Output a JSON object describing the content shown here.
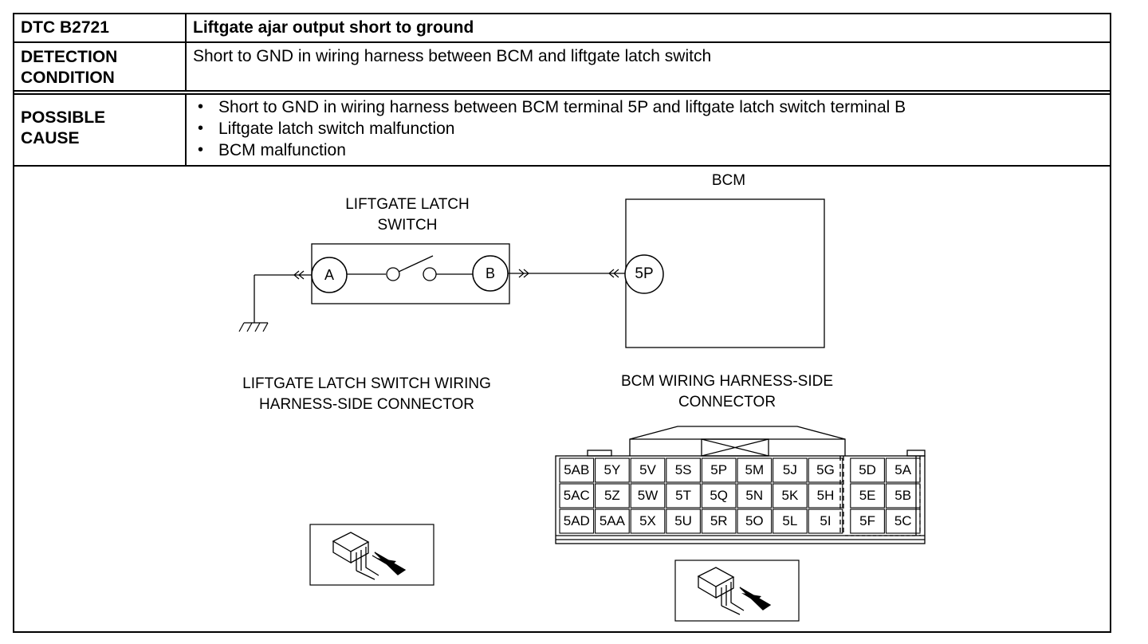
{
  "header": {
    "code_label": "DTC B2721",
    "title": "Liftgate ajar output short to ground"
  },
  "detection": {
    "label_line1": "DETECTION",
    "label_line2": "CONDITION",
    "text": "Short to GND in wiring harness between BCM and liftgate latch switch"
  },
  "possible_cause": {
    "label_line1": "POSSIBLE",
    "label_line2": "CAUSE",
    "items": [
      "Short to GND in wiring harness between BCM terminal 5P and liftgate latch switch terminal B",
      "Liftgate latch switch malfunction",
      "BCM malfunction"
    ]
  },
  "diagram": {
    "bcm_title": "BCM",
    "switch_title_line1": "LIFTGATE LATCH",
    "switch_title_line2": "SWITCH",
    "terminal_a": "A",
    "terminal_b": "B",
    "terminal_5p": "5P",
    "switch_connector_caption_line1": "LIFTGATE LATCH SWITCH WIRING",
    "switch_connector_caption_line2": "HARNESS-SIDE CONNECTOR",
    "bcm_connector_caption_line1": "BCM WIRING HARNESS-SIDE",
    "bcm_connector_caption_line2": "CONNECTOR",
    "bcm_pins": [
      [
        "5AB",
        "5Y",
        "5V",
        "5S",
        "5P",
        "5M",
        "5J",
        "5G",
        "5D",
        "5A"
      ],
      [
        "5AC",
        "5Z",
        "5W",
        "5T",
        "5Q",
        "5N",
        "5K",
        "5H",
        "5E",
        "5B"
      ],
      [
        "5AD",
        "5AA",
        "5X",
        "5U",
        "5R",
        "5O",
        "5L",
        "5I",
        "5F",
        "5C"
      ]
    ]
  }
}
